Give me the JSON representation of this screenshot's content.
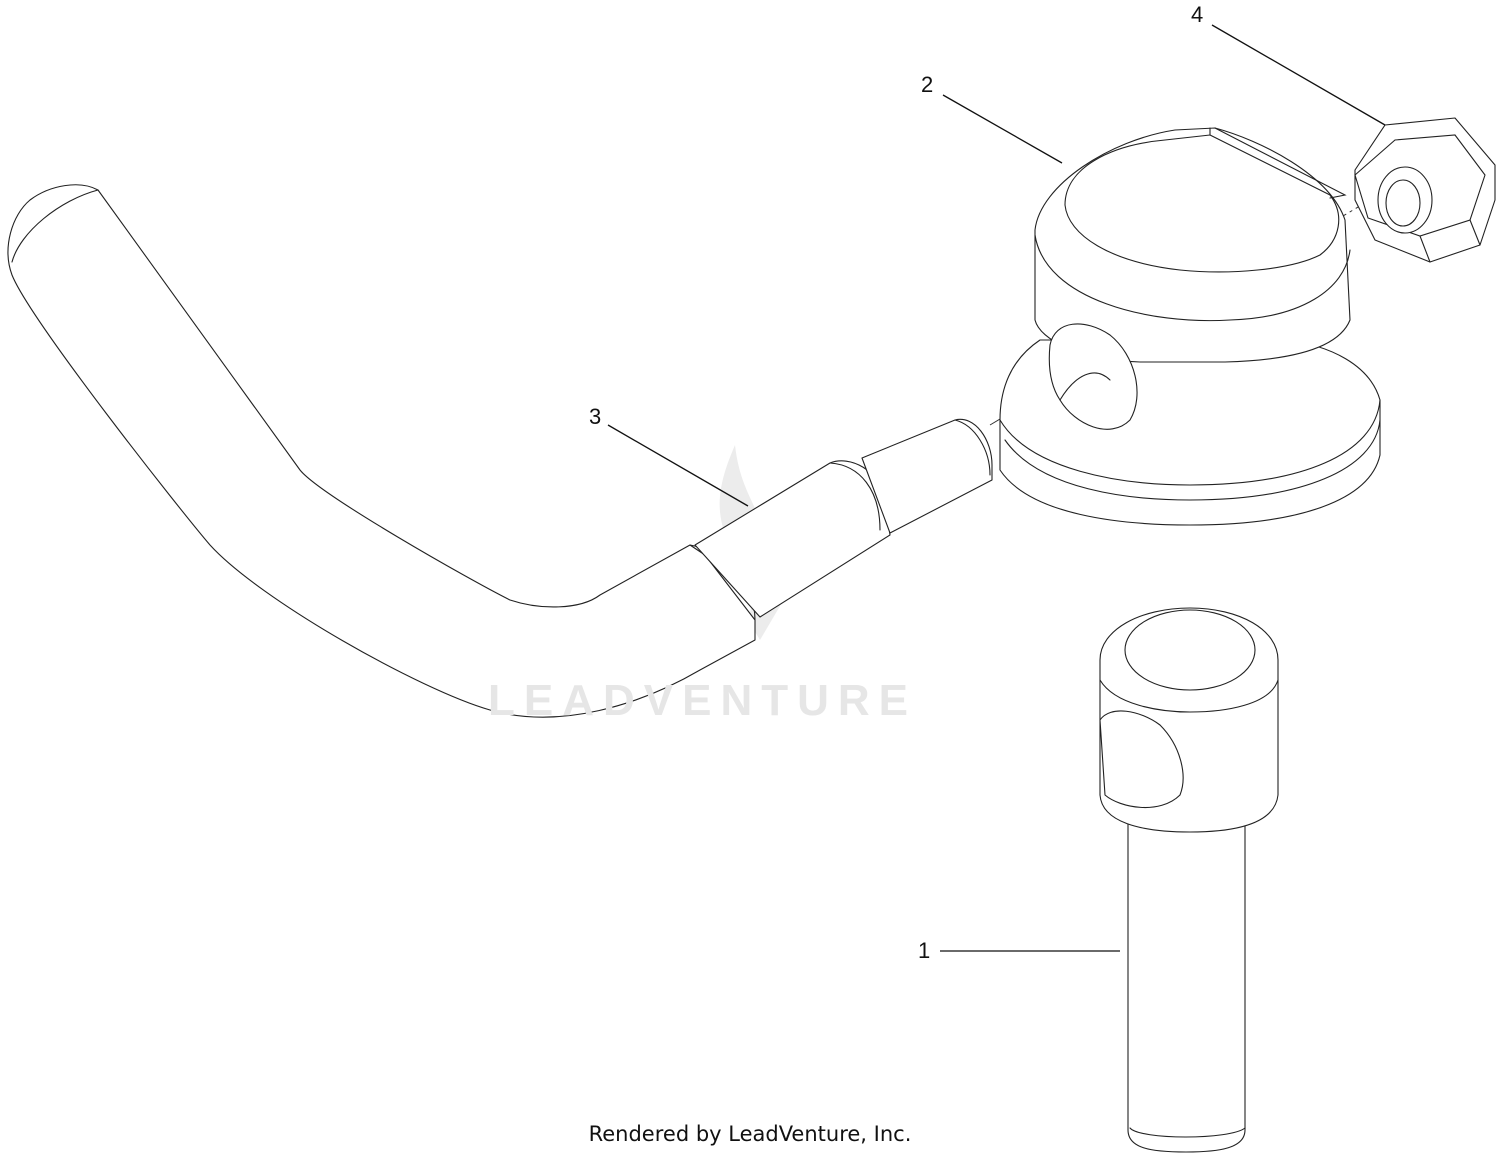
{
  "diagram": {
    "callouts": [
      {
        "id": "callout-1",
        "label": "1"
      },
      {
        "id": "callout-2",
        "label": "2"
      },
      {
        "id": "callout-3",
        "label": "3"
      },
      {
        "id": "callout-4",
        "label": "4"
      }
    ],
    "watermark": "LEADVENTURE",
    "footer": "Rendered by LeadVenture, Inc."
  },
  "colors": {
    "line": "#222222",
    "watermark": "#e6e6e6",
    "background": "#ffffff"
  }
}
